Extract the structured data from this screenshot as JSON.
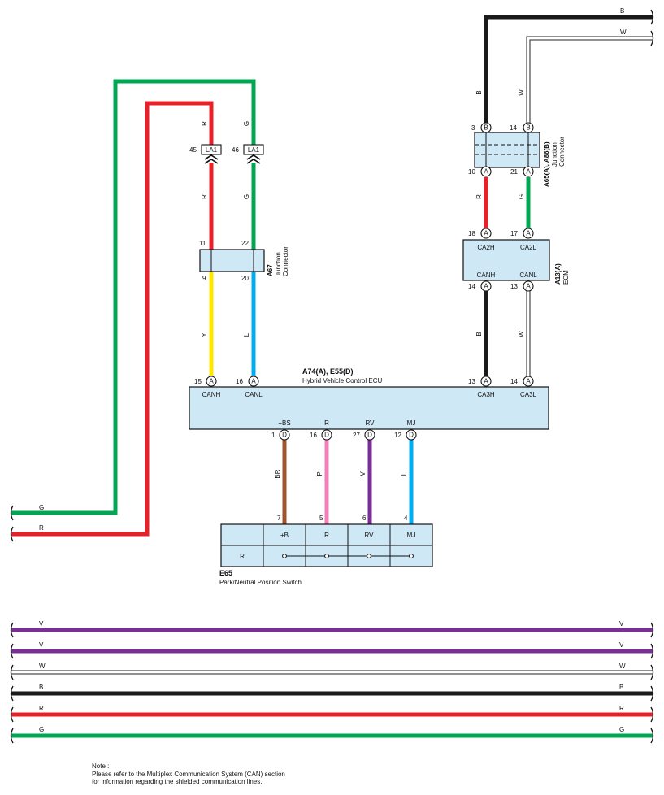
{
  "colors": {
    "R": "#e8202a",
    "G": "#00a651",
    "Y": "#ffe600",
    "L": "#00aeef",
    "B": "#1a1a1a",
    "W": "#ffffff",
    "V": "#7b2f96",
    "BR": "#a0522d",
    "P": "#f080b8",
    "box_fill": "#cfe8f6"
  },
  "wire_codes": {
    "R": "R",
    "G": "G",
    "Y": "Y",
    "L": "L",
    "B": "B",
    "W": "W",
    "V": "V",
    "BR": "BR",
    "P": "P"
  },
  "components": {
    "hv_ecu": {
      "code": "A74(A), E55(D)",
      "name": "Hybrid Vehicle Control ECU",
      "canh": "CANH",
      "canl": "CANL",
      "ca3h": "CA3H",
      "ca3l": "CA3L",
      "bs": "+BS",
      "r": "R",
      "rv": "RV",
      "mj": "MJ"
    },
    "a67": {
      "code": "A67",
      "line1": "Junction",
      "line2": "Connector"
    },
    "a65": {
      "code": "A65(A), A86(B)",
      "line1": "Junction",
      "line2": "Connector"
    },
    "a13": {
      "code": "A13(A)",
      "name": "ECM",
      "ca2h": "CA2H",
      "ca2l": "CA2L",
      "canh": "CANH",
      "canl": "CANL"
    },
    "e65": {
      "code": "E65",
      "name": "Park/Neutral Position Switch",
      "cols": [
        "+B",
        "R",
        "RV",
        "MJ"
      ],
      "row_label": "R"
    },
    "la1": "LA1"
  },
  "pins": {
    "p45": "45",
    "p46": "46",
    "p11": "11",
    "p22": "22",
    "p9": "9",
    "p20": "20",
    "p15": "15",
    "p16": "16",
    "p13": "13",
    "p14": "14",
    "p3": "3",
    "p14b": "14",
    "p10": "10",
    "p21": "21",
    "p18": "18",
    "p17": "17",
    "p14c": "14",
    "p13c": "13",
    "p1": "1",
    "p16d": "16",
    "p27": "27",
    "p12": "12",
    "p7": "7",
    "p5": "5",
    "p6": "6",
    "p4": "4",
    "A": "A",
    "B": "B",
    "D": "D"
  },
  "note": {
    "title": "Note :",
    "line1": "Please refer to the Multiplex Communication System (CAN) section",
    "line2": "for information regarding the shielded communication lines."
  }
}
